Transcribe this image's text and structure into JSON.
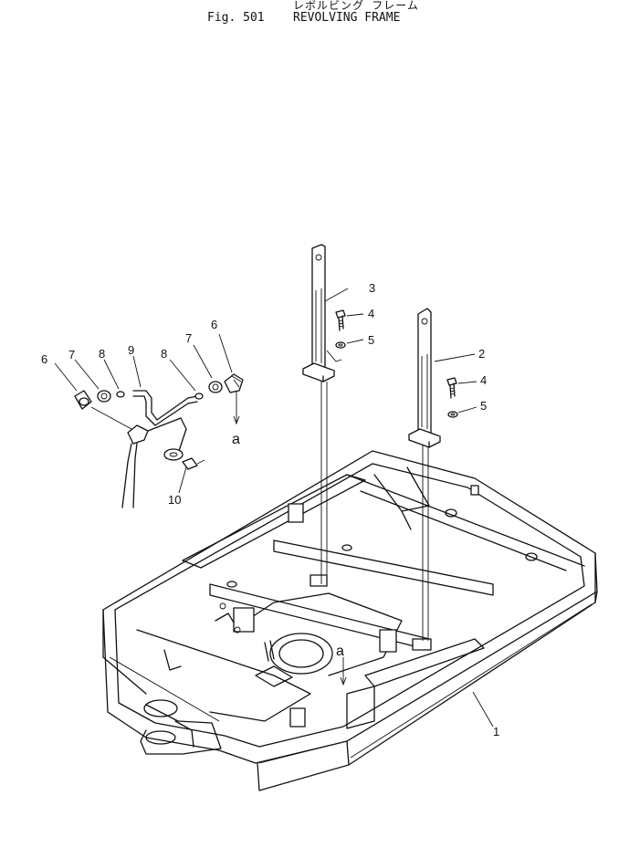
{
  "header": {
    "title_jp": "レボルビング フレーム",
    "figure_label": "Fig. 501",
    "figure_title": "REVOLVING FRAME"
  },
  "callouts": {
    "c1": "1",
    "c2": "2",
    "c3": "3",
    "c4a": "4",
    "c4b": "4",
    "c5a": "5",
    "c5b": "5",
    "c6a": "6",
    "c6b": "6",
    "c7a": "7",
    "c7b": "7",
    "c8a": "8",
    "c8b": "8",
    "c9": "9",
    "c10": "10",
    "ca1": "a",
    "ca2": "a"
  }
}
